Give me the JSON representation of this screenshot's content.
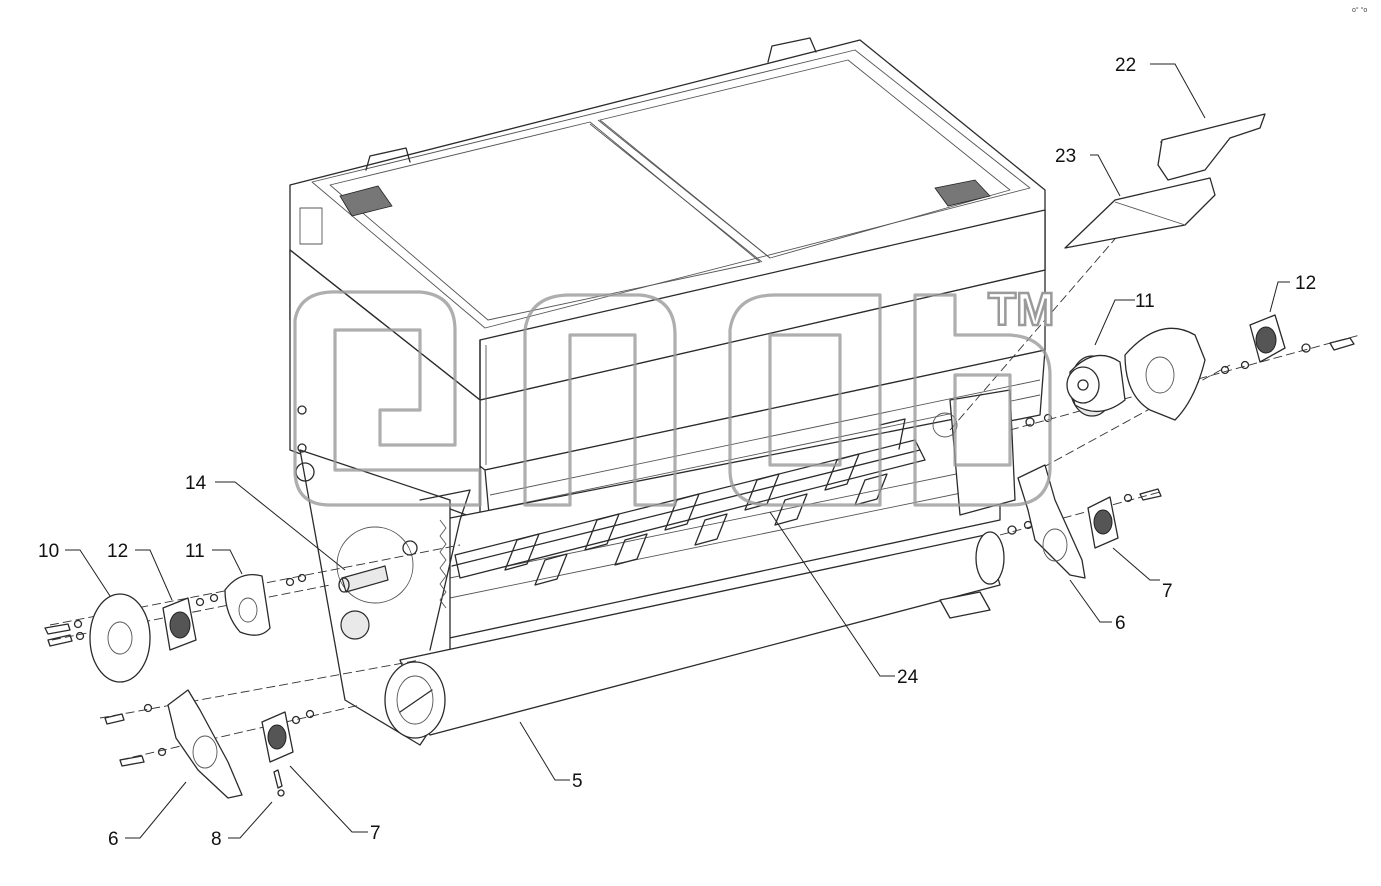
{
  "diagram": {
    "callouts": [
      {
        "id": "c22",
        "label": "22"
      },
      {
        "id": "c23",
        "label": "23"
      },
      {
        "id": "c12-right",
        "label": "12"
      },
      {
        "id": "c11-right",
        "label": "11"
      },
      {
        "id": "c14",
        "label": "14"
      },
      {
        "id": "c10",
        "label": "10"
      },
      {
        "id": "c12-left",
        "label": "12"
      },
      {
        "id": "c11-left",
        "label": "11"
      },
      {
        "id": "c7-right",
        "label": "7"
      },
      {
        "id": "c6-right",
        "label": "6"
      },
      {
        "id": "c24",
        "label": "24"
      },
      {
        "id": "c5",
        "label": "5"
      },
      {
        "id": "c6-left",
        "label": "6"
      },
      {
        "id": "c8",
        "label": "8"
      },
      {
        "id": "c7-left",
        "label": "7"
      }
    ],
    "watermark": {
      "trademark": "TM"
    },
    "corner_mark": "o° °o"
  }
}
